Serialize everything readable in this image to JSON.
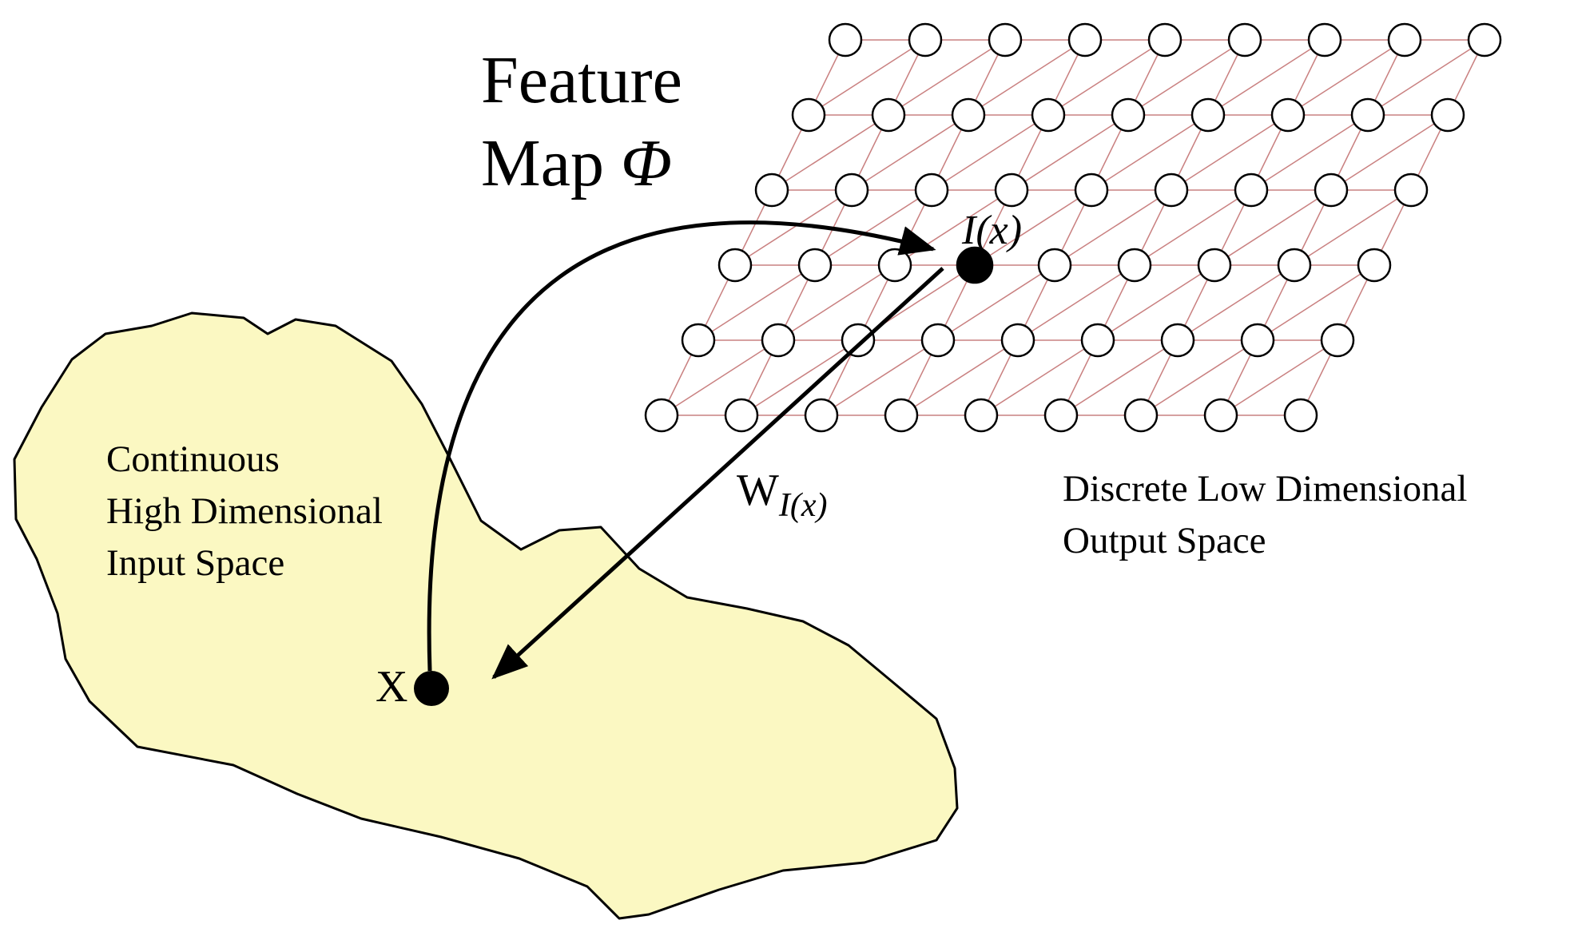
{
  "labels": {
    "feature_line1": "Feature",
    "feature_line2": "Map",
    "phi": "Φ",
    "ix_label": "I(x)",
    "w_base": "W",
    "w_sub": "I(x)",
    "x_label": "X",
    "input_line1": "Continuous",
    "input_line2": "High Dimensional",
    "input_line3": "Input Space",
    "output_line1": "Discrete Low Dimensional",
    "output_line2": "Output Space"
  },
  "colors": {
    "blob_fill": "#fbf8c2",
    "grid_line": "#c98080",
    "node_stroke": "#000000",
    "winner_fill": "#000000"
  },
  "grid": {
    "rows": 6,
    "cols": 9,
    "winner": {
      "row": 3,
      "col": 3
    }
  }
}
